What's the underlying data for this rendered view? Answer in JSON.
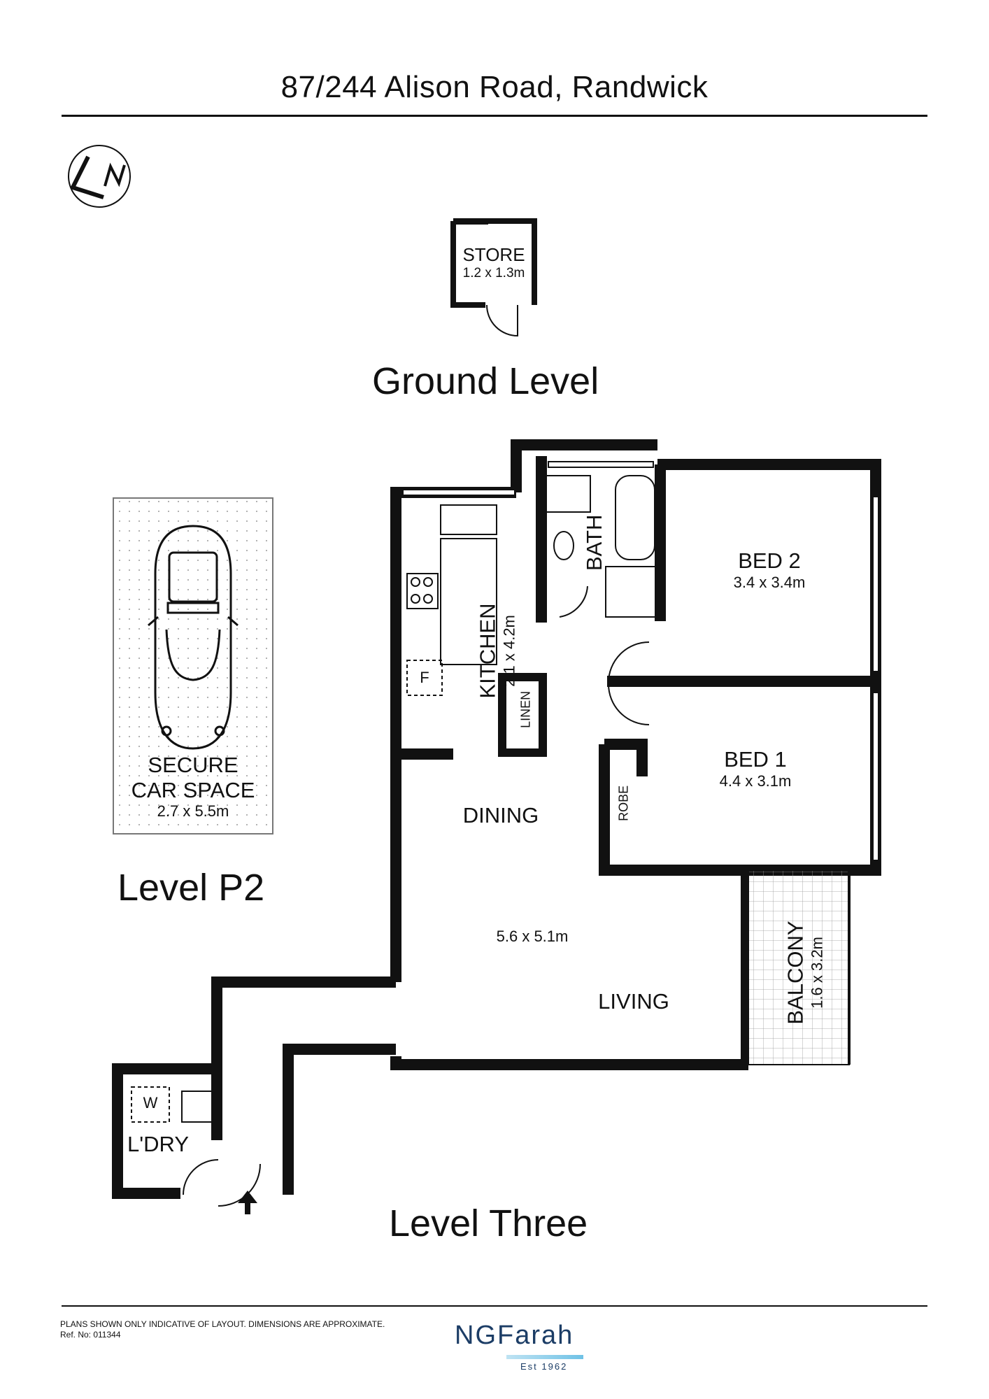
{
  "header": {
    "address": "87/244 Alison Road, Randwick"
  },
  "compass": {
    "label": "N"
  },
  "levels": {
    "ground": "Ground Level",
    "p2": "Level P2",
    "three": "Level Three"
  },
  "rooms": {
    "store": {
      "name": "STORE",
      "dim": "1.2 x 1.3m"
    },
    "car": {
      "name_line1": "SECURE",
      "name_line2": "CAR SPACE",
      "dim": "2.7 x 5.5m"
    },
    "kitchen": {
      "name": "KITCHEN",
      "dim": "2.1 x 4.2m"
    },
    "bath": {
      "name": "BATH"
    },
    "bed2": {
      "name": "BED 2",
      "dim": "3.4 x 3.4m"
    },
    "bed1": {
      "name": "BED 1",
      "dim": "4.4 x 3.1m"
    },
    "linen": {
      "name": "LINEN"
    },
    "robe": {
      "name": "ROBE"
    },
    "dining": {
      "name": "DINING"
    },
    "living": {
      "name": "LIVING",
      "dim": "5.6 x 5.1m"
    },
    "balcony": {
      "name": "BALCONY",
      "dim": "1.6 x 3.2m"
    },
    "laundry": {
      "name": "L'DRY",
      "washer": "W"
    },
    "fridge": {
      "label": "F"
    }
  },
  "footer": {
    "disclaimer": "PLANS SHOWN ONLY INDICATIVE OF LAYOUT.  DIMENSIONS ARE APPROXIMATE.",
    "ref": "Ref. No: 011344",
    "brand": "NGFarah",
    "est": "Est 1962"
  },
  "colors": {
    "wall": "#111111",
    "brand": "#1c3d66",
    "brand_accent": "#6fc2e6"
  }
}
